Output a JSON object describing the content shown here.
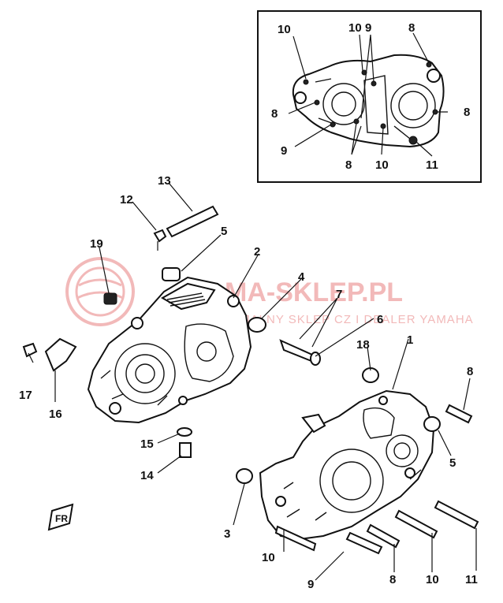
{
  "watermark": {
    "main_text": "MA-SKLEP.PL",
    "sub_text": "DUJ OFICJALNY SKLEP CZ I DEALER YAMAHA",
    "color": "#f2b9b9"
  },
  "callouts": {
    "inset": [
      "10",
      "10",
      "9",
      "8",
      "8",
      "8",
      "9",
      "8",
      "10",
      "11"
    ],
    "main": [
      "13",
      "12",
      "5",
      "19",
      "2",
      "4",
      "7",
      "6",
      "18",
      "1",
      "8",
      "17",
      "16",
      "15",
      "14",
      "5",
      "3",
      "10",
      "9",
      "8",
      "10",
      "11"
    ]
  },
  "fr_tag": "FR",
  "colors": {
    "line": "#111111",
    "background": "#ffffff"
  }
}
